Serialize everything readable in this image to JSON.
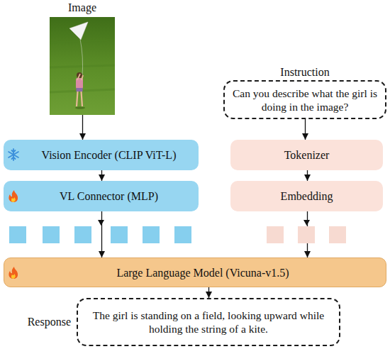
{
  "diagram": {
    "nodes": [
      {
        "text": [
          "Image"
        ]
      },
      {
        "text": [
          "Instruction",
          "Can you describe what the girl is doing in the image?"
        ]
      },
      {
        "text": [
          "Vision Encoder (CLIP ViT-L)"
        ]
      },
      {
        "text": [
          "Tokenizer"
        ]
      },
      {
        "text": [
          "VL Connector (MLP)"
        ]
      },
      {
        "text": [
          "Embedding"
        ]
      },
      {
        "text": [
          "Large Language Model (Vicuna-v1.5)"
        ]
      },
      {
        "text": [
          "Response",
          "The girl is standing on a field, looking upward while holding the string of a kite."
        ]
      }
    ],
    "edges": [
      {
        "from": 0,
        "to": 2,
        "arrow": "to"
      },
      {
        "from": 1,
        "to": 3,
        "arrow": "to"
      },
      {
        "from": 2,
        "to": 4,
        "arrow": "to"
      },
      {
        "from": 3,
        "to": 5,
        "arrow": "to"
      },
      {
        "from": 4,
        "to": 6,
        "arrow": "to"
      },
      {
        "from": 5,
        "to": 6,
        "arrow": "to"
      },
      {
        "from": 6,
        "to": 7,
        "arrow": "to"
      }
    ]
  }
}
